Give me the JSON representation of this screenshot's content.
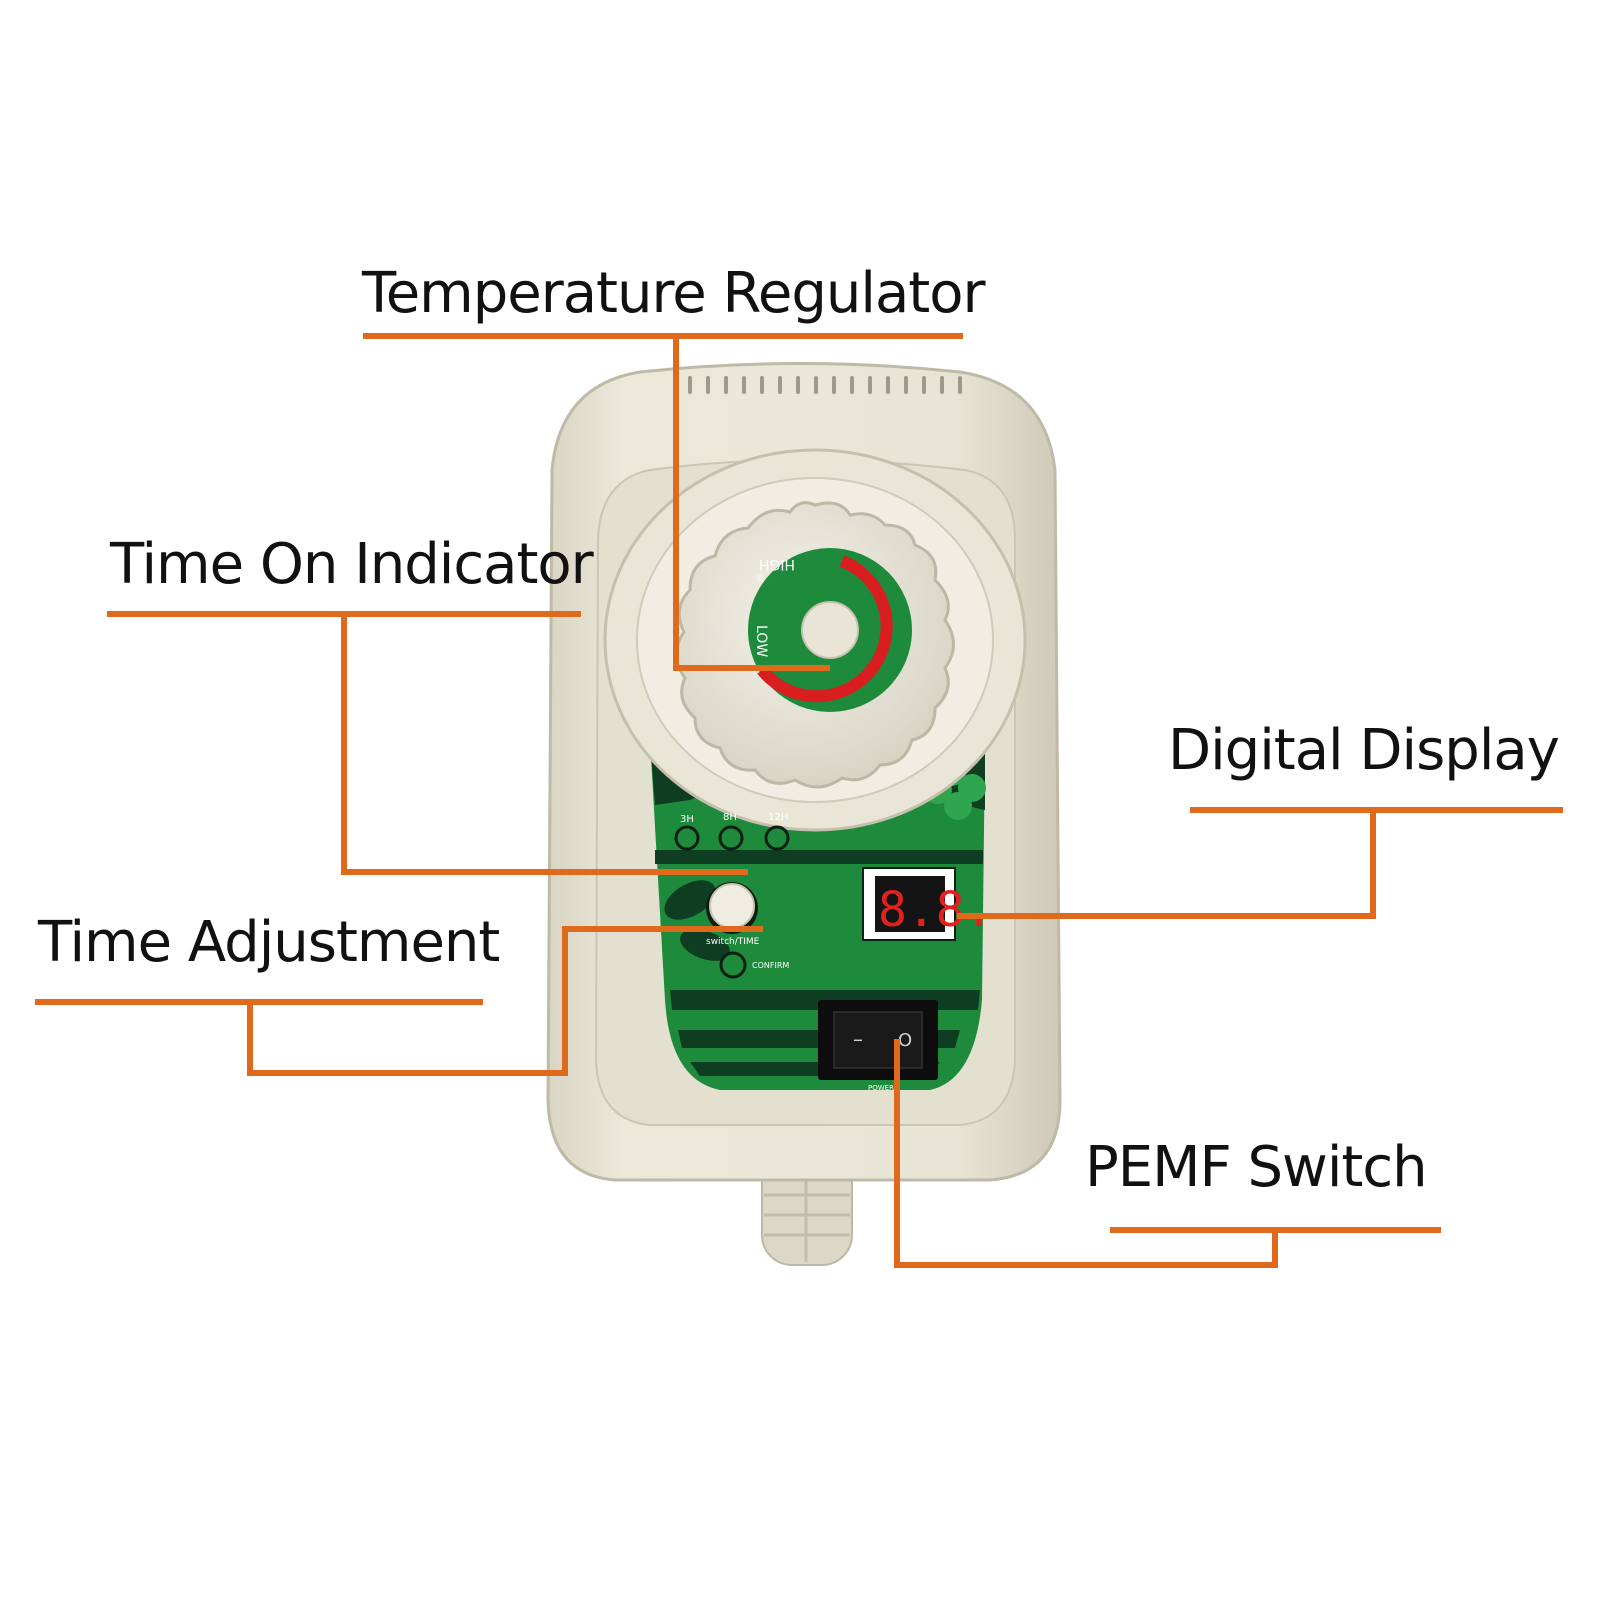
{
  "callouts": {
    "temperature_regulator": "Temperature Regulator",
    "time_on_indicator": "Time On Indicator",
    "digital_display": "Digital Display",
    "time_adjustment": "Time Adjustment",
    "pemf_switch": "PEMF Switch"
  },
  "device": {
    "dial_high": "HIGH",
    "dial_low": "LOW",
    "timer_3h": "3H",
    "timer_8h": "8H",
    "timer_12h": "12H",
    "switch_label": "switch/TIME",
    "confirm_label": "CONFIRM",
    "display_readout": "8.8.",
    "power_label": "POWER",
    "switch_mark_off": "O",
    "switch_mark_on": "–"
  },
  "colors": {
    "leader_line": "#e06a1c",
    "panel_green": "#1e8a3c",
    "dark_green": "#0f3d22",
    "housing": "#e6e2d2",
    "dial_red": "#d81e1e",
    "led_red": "#e0221f"
  }
}
